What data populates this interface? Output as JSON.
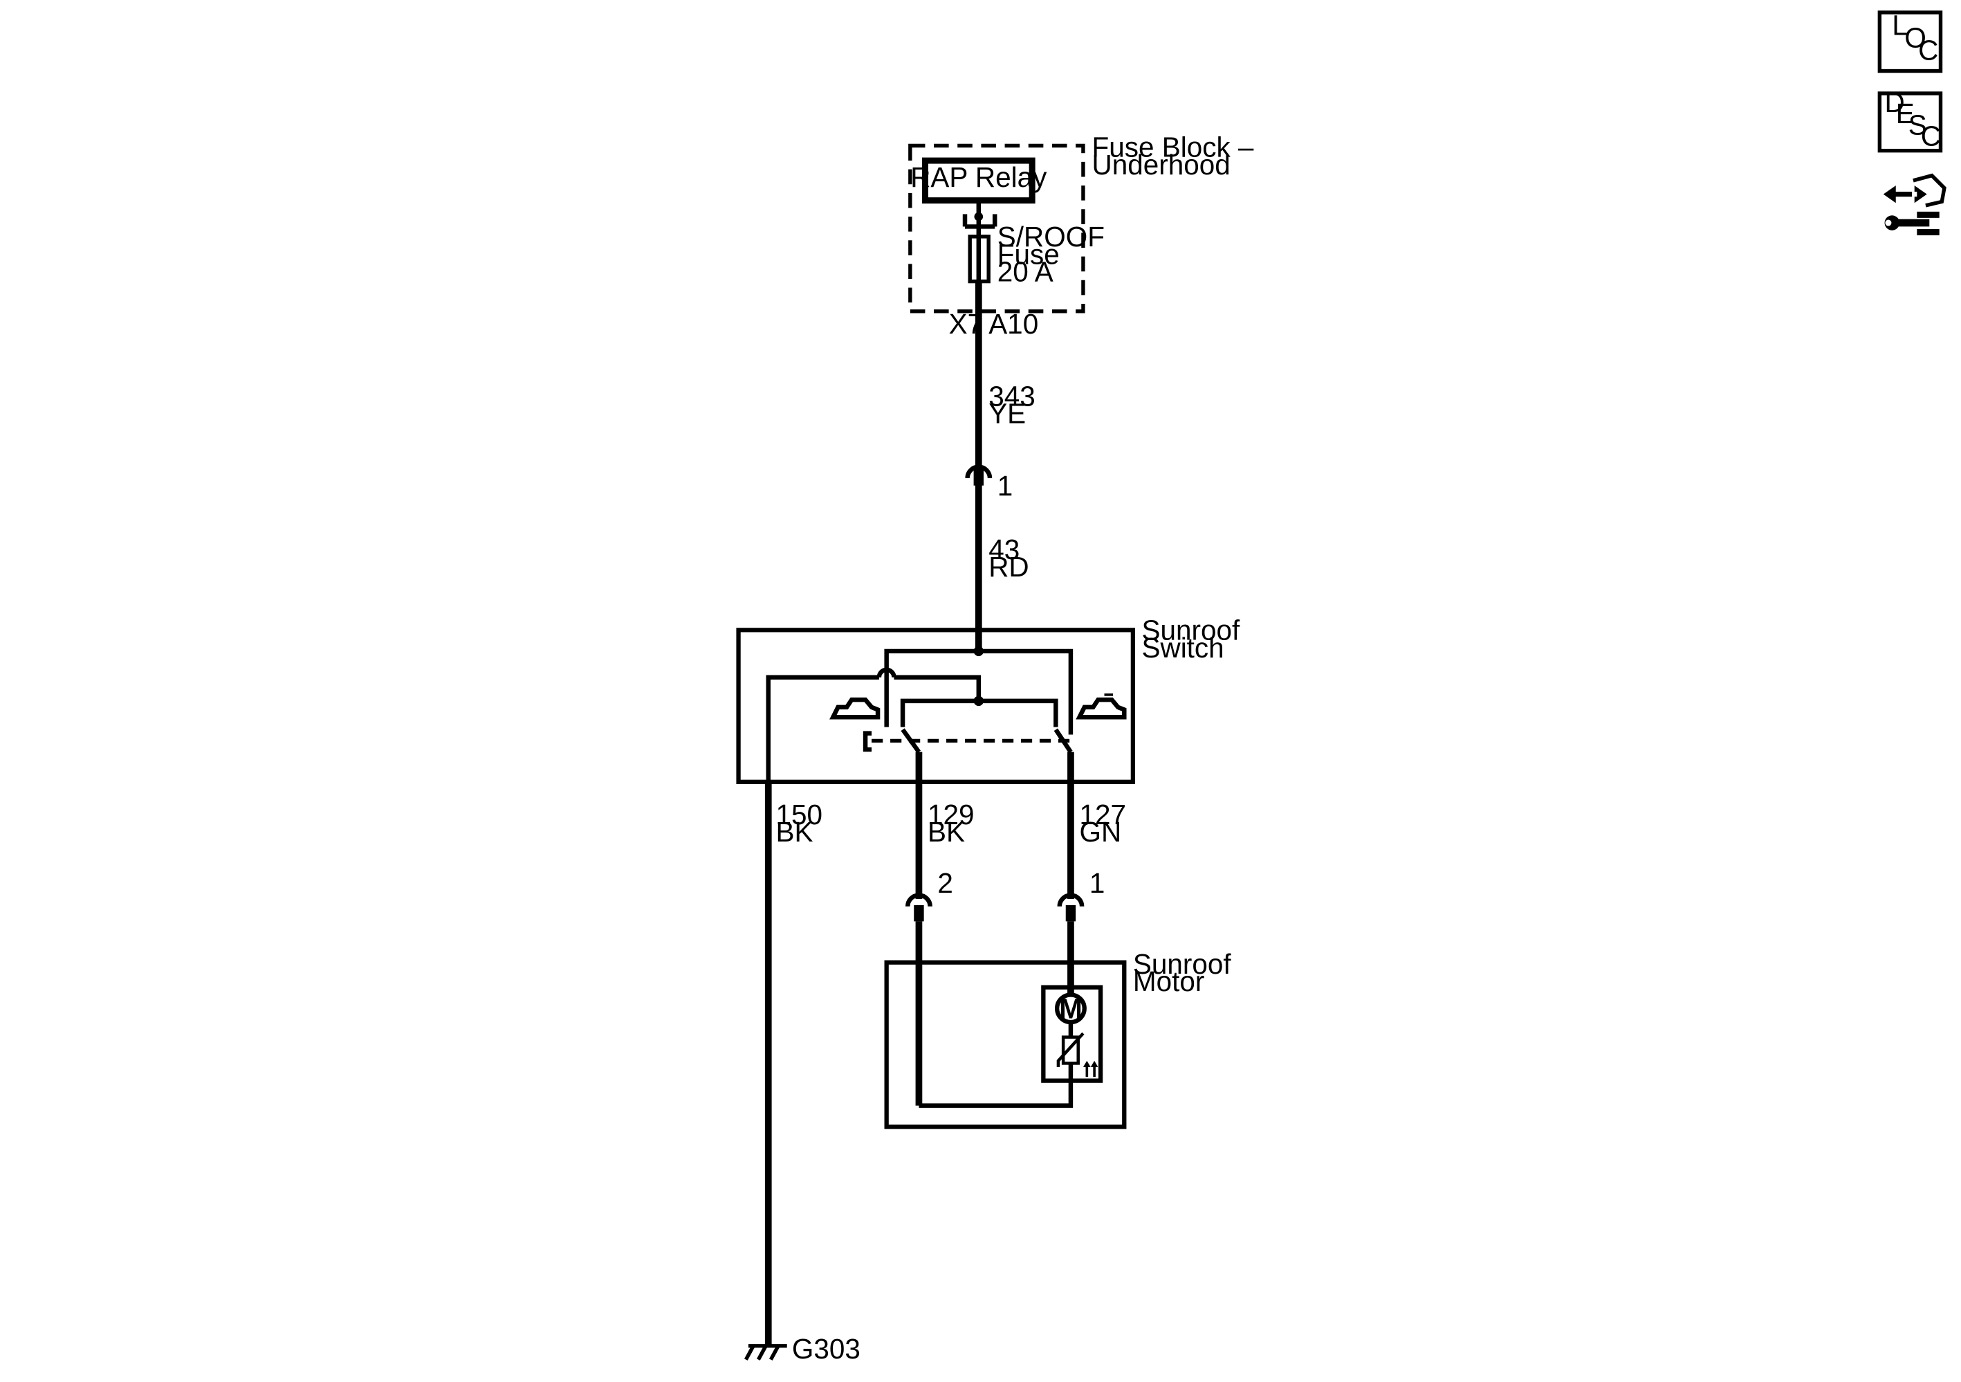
{
  "fuse_block": {
    "title_line1": "Fuse Block –",
    "title_line2": "Underhood"
  },
  "relay": {
    "label": "RAP Relay"
  },
  "fuse": {
    "line1": "S/ROOF",
    "line2": "Fuse",
    "line3": "20 A"
  },
  "fuse_block_connector": {
    "connector": "X7",
    "pin": "A10"
  },
  "wire_343": {
    "circuit": "343",
    "color": "YE"
  },
  "inline_connector_1": {
    "pin": "1"
  },
  "wire_43": {
    "circuit": "43",
    "color": "RD"
  },
  "sunroof_switch": {
    "line1": "Sunroof",
    "line2": "Switch"
  },
  "wire_150": {
    "circuit": "150",
    "color": "BK"
  },
  "wire_129": {
    "circuit": "129",
    "color": "BK"
  },
  "wire_127": {
    "circuit": "127",
    "color": "GN"
  },
  "motor_connector_2": {
    "pin": "2"
  },
  "motor_connector_1": {
    "pin": "1"
  },
  "sunroof_motor": {
    "line1": "Sunroof",
    "line2": "Motor",
    "symbol": "M"
  },
  "ground": {
    "label": "G303"
  },
  "nav_icons": {
    "loc": {
      "l1": "L",
      "l2": "O",
      "l3": "C"
    },
    "desc": {
      "l1": "D",
      "l2": "E",
      "l3": "S",
      "l4": "C"
    },
    "connector_icon": "connector-repair-icon"
  }
}
